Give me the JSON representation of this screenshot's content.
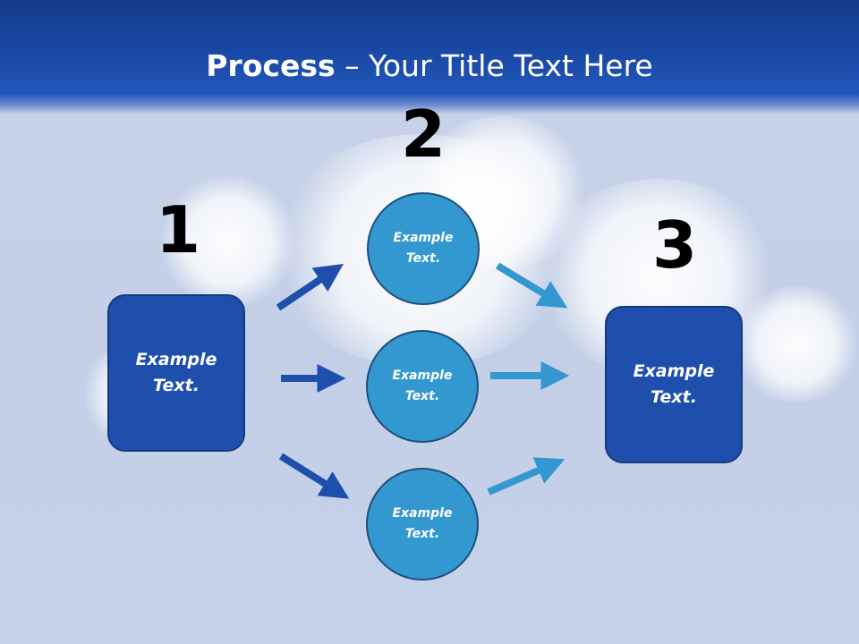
{
  "title": {
    "bold": "Process",
    "rest": " – Your Title Text Here"
  },
  "steps": [
    {
      "number": "1",
      "line1": "Example",
      "line2": "Text."
    },
    {
      "number": "2",
      "items": [
        {
          "line1": "Example",
          "line2": "Text."
        },
        {
          "line1": "Example",
          "line2": "Text."
        },
        {
          "line1": "Example",
          "line2": "Text."
        }
      ]
    },
    {
      "number": "3",
      "line1": "Example",
      "line2": "Text."
    }
  ],
  "colors": {
    "header": "#1a4aa8",
    "box": "#1f4fad",
    "circle": "#3498d0",
    "arrow_dark": "#1f4fad",
    "arrow_light": "#3498d0"
  }
}
